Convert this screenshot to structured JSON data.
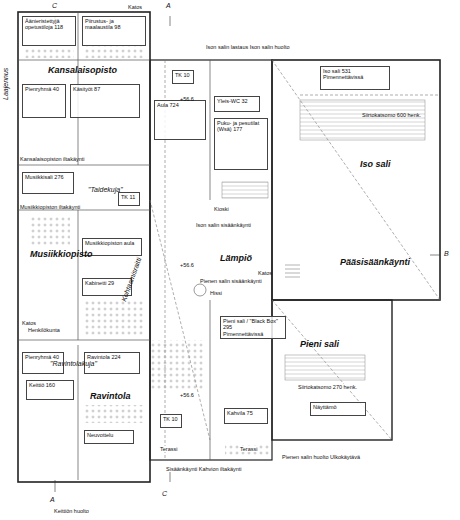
{
  "diagram": {
    "nodes": [
      {
        "text": [
          "Äänieristettyjä opetustiloja 118"
        ]
      },
      {
        "text": [
          "Piirustus- ja maalaustila 98"
        ]
      },
      {
        "text": [
          "Pienryhmä 40"
        ]
      },
      {
        "text": [
          "Käsityöt 87"
        ]
      },
      {
        "text": [
          "Aula 724"
        ]
      },
      {
        "text": [
          "TK 10"
        ]
      },
      {
        "text": [
          "Yleis-WC 32"
        ]
      },
      {
        "text": [
          "Puku- ja pesutilat (Wsä) 177"
        ]
      },
      {
        "text": [
          "Iso sali 531",
          "Pimennettävissä"
        ]
      },
      {
        "text": [
          "Musiikkisali 276"
        ]
      },
      {
        "text": [
          "TK 11"
        ]
      },
      {
        "text": [
          "Musiikkiopiston aula"
        ]
      },
      {
        "text": [
          "Kabinetti 29"
        ]
      },
      {
        "text": [
          "Pienryhmä 40"
        ]
      },
      {
        "text": [
          "Ravintola 224"
        ]
      },
      {
        "text": [
          "Keittiö 160"
        ]
      },
      {
        "text": [
          "Neuvottelu"
        ]
      },
      {
        "text": [
          "TK 10"
        ]
      },
      {
        "text": [
          "Pieni sali / \"Black Box\" 295",
          "Pimennettävissä"
        ]
      },
      {
        "text": [
          "Kahvila 75"
        ]
      },
      {
        "text": [
          "Näyttämö"
        ]
      }
    ],
    "labels": [
      "C",
      "A",
      "C",
      "A",
      "B",
      "Kansalaisopisto",
      "\"Taidekuja\"",
      "Musiikkiopisto",
      "\"Ravintolakuja\"",
      "Ravintola",
      "Iso sali",
      "Pieni sali",
      "Lämpiö",
      "Pääsisäänkäynti",
      "Kohtaamisraitti",
      "Laajennus",
      "+56.6",
      "+56.6",
      "+56.6",
      "Siirtokatsomo 600 henk.",
      "Siirtokatsomo 270 henk.",
      "Katos",
      "Katos",
      "Katos",
      "Henkilökunta",
      "Kansalaisopiston iltakäynti",
      "Musiikkiopiston iltakäynti",
      "Ison salin sisäänkäynti",
      "Pienen salin sisäänkäynti",
      "Hissi",
      "Kioski",
      "Terassi",
      "Terassi",
      "Keittiön huolto",
      "Sisäänkäynti Kahvion iltakäynti",
      "Pienen salin huolto Ulkokäytävä",
      "Ison salin lastaus Ison salin huolto"
    ]
  }
}
